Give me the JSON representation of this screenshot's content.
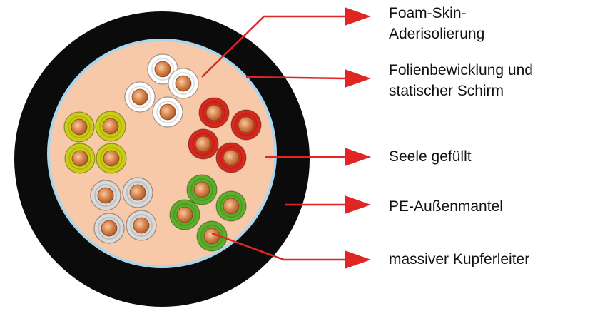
{
  "labels": {
    "foam_skin_line1": "Foam-Skin-",
    "foam_skin_line2": "Aderisolierung",
    "foil_line1": "Folienbewicklung und",
    "foil_line2": "statischer Schirm",
    "core_filled": "Seele gefüllt",
    "pe_jacket": "PE-Außenmantel",
    "copper_conductor": "massiver Kupferleiter"
  },
  "colors": {
    "outer_jacket": "#0b0b0b",
    "shield_ring": "#a9d6ec",
    "core_filling": "#f7c9a9",
    "arrow": "#e02525",
    "pair_white": "#ffffff",
    "pair_red": "#d8281e",
    "pair_yellow": "#c9cf10",
    "pair_grey": "#d9d9d9",
    "pair_green": "#5ab02a",
    "copper": "#d6824a"
  }
}
